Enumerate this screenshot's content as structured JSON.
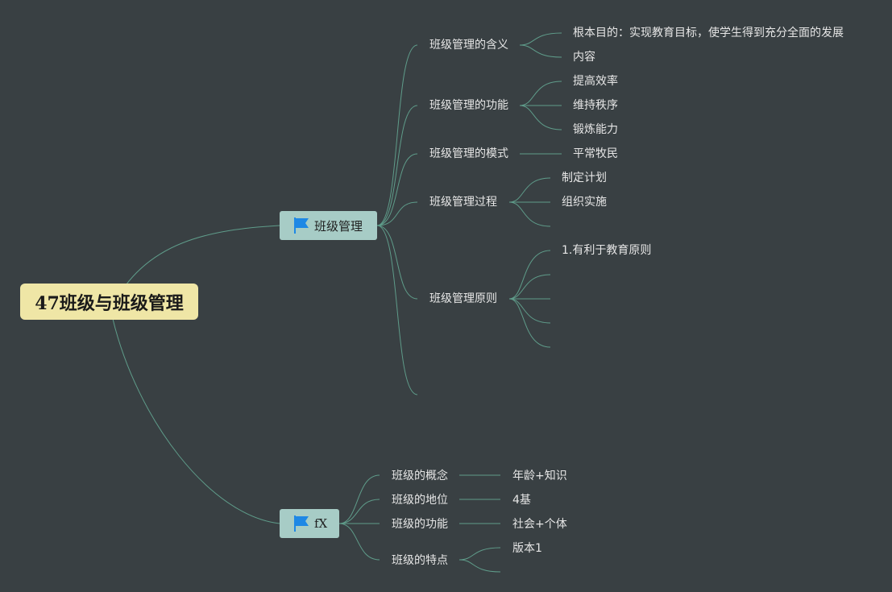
{
  "colors": {
    "background": "#394043",
    "connector": "#5f9c8a",
    "root_fill": "#efe6a6",
    "branch_fill": "#a7ccc6",
    "flag": "#1e88e5",
    "text": "#e6e6e6"
  },
  "root": {
    "label": "47班级与班级管理"
  },
  "branch1": {
    "icon": "flag-icon",
    "label": "班级管理",
    "children": [
      {
        "label": "班级管理的含义",
        "children": [
          "根本目的：实现教育目标，使学生得到充分全面的发展",
          "内容"
        ]
      },
      {
        "label": "班级管理的功能",
        "children": [
          "提高效率",
          "维持秩序",
          "锻炼能力"
        ]
      },
      {
        "label": "班级管理的模式",
        "children": [
          "平常牧民"
        ]
      },
      {
        "label": "班级管理过程",
        "children": [
          "制定计划",
          "组织实施"
        ]
      },
      {
        "label": "班级管理原则",
        "children": [
          "1.有利于教育原则"
        ]
      }
    ]
  },
  "branch2": {
    "icon": "flag-icon",
    "label": "fX",
    "children": [
      {
        "label": "班级的概念",
        "children": [
          "年龄+知识"
        ]
      },
      {
        "label": "班级的地位",
        "children": [
          "4基"
        ]
      },
      {
        "label": "班级的功能",
        "children": [
          "社会+个体"
        ]
      },
      {
        "label": "班级的特点",
        "children": [
          "版本1"
        ]
      }
    ]
  }
}
